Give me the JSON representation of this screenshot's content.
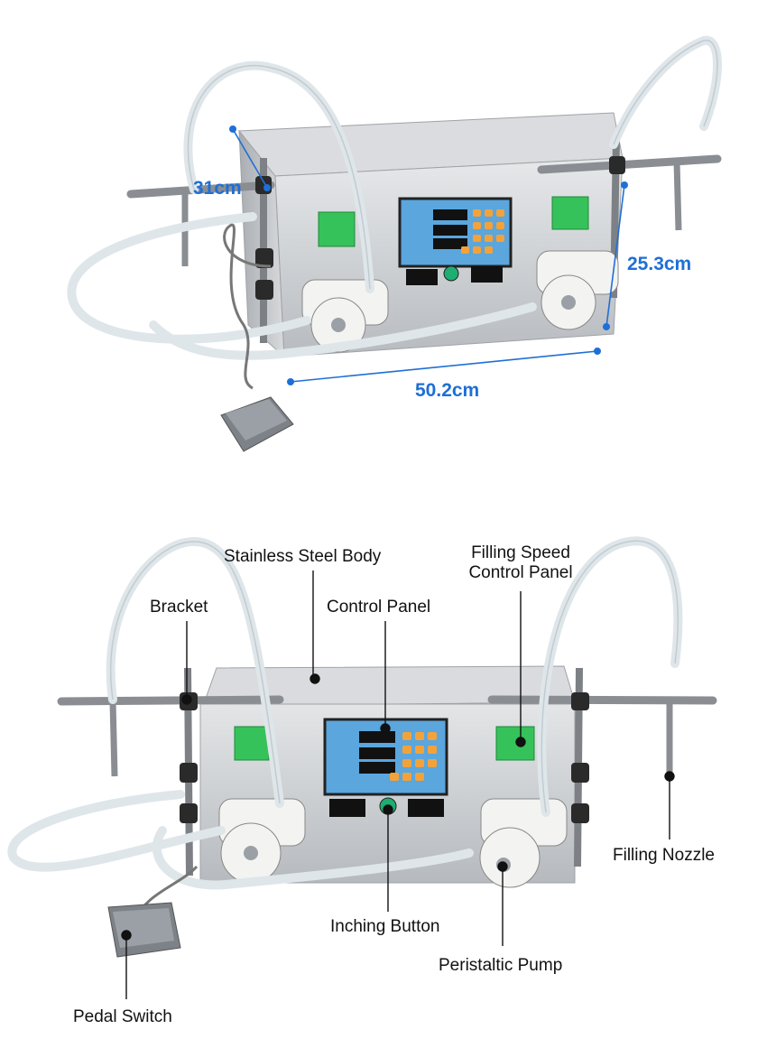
{
  "dimensions": {
    "depth": "31cm",
    "height": "25.3cm",
    "width": "50.2cm",
    "color": "#1f6fd6"
  },
  "labels": {
    "stainless_steel_body": "Stainless Steel Body",
    "filling_speed_line1": "Filling Speed",
    "filling_speed_line2": "Control Panel",
    "bracket": "Bracket",
    "control_panel": "Control Panel",
    "filling_nozzle": "Filling Nozzle",
    "inching_button": "Inching Button",
    "peristaltic_pump": "Peristaltic Pump",
    "pedal_switch": "Pedal Switch"
  },
  "icons": {
    "machine": "filling-machine-illustration",
    "pump": "peristaltic-pump-icon",
    "pedal": "foot-pedal-icon",
    "display": "lcd-control-panel-icon"
  },
  "colors": {
    "steel": "#c9cbcd",
    "panel_blue": "#5aa6dd",
    "green_panel": "#35c25a",
    "tube": "#e9eef2",
    "pump_white": "#f3f3f1",
    "pedal_gray": "#8a9096"
  }
}
